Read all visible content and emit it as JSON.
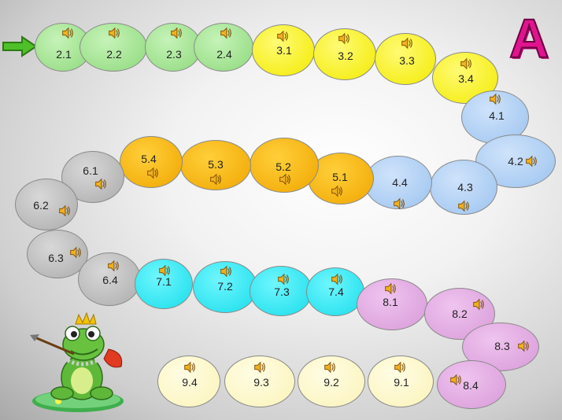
{
  "title_letter": "A",
  "start_arrow_icon": "arrow-right-icon",
  "speaker_icon": "speaker-icon",
  "colors": {
    "green": "#8ed97c",
    "yellow": "#f2ea00",
    "blue": "#9cc3ef",
    "orange": "#f0a600",
    "grey": "#ababab",
    "cyan": "#18dde9",
    "pink": "#d89ad8",
    "cream": "#fbf3b8",
    "letter": "#e0148e"
  },
  "cells": [
    {
      "label": "2.1",
      "color": "green"
    },
    {
      "label": "2.2",
      "color": "green"
    },
    {
      "label": "2.3",
      "color": "green"
    },
    {
      "label": "2.4",
      "color": "green"
    },
    {
      "label": "3.1",
      "color": "yellow"
    },
    {
      "label": "3.2",
      "color": "yellow"
    },
    {
      "label": "3.3",
      "color": "yellow"
    },
    {
      "label": "3.4",
      "color": "yellow"
    },
    {
      "label": "4.1",
      "color": "blue"
    },
    {
      "label": "4.2",
      "color": "blue"
    },
    {
      "label": "4.3",
      "color": "blue"
    },
    {
      "label": "4.4",
      "color": "blue"
    },
    {
      "label": "5.1",
      "color": "orange"
    },
    {
      "label": "5.2",
      "color": "orange"
    },
    {
      "label": "5.3",
      "color": "orange"
    },
    {
      "label": "5.4",
      "color": "orange"
    },
    {
      "label": "6.1",
      "color": "grey"
    },
    {
      "label": "6.2",
      "color": "grey"
    },
    {
      "label": "6.3",
      "color": "grey"
    },
    {
      "label": "6.4",
      "color": "grey"
    },
    {
      "label": "7.1",
      "color": "cyan"
    },
    {
      "label": "7.2",
      "color": "cyan"
    },
    {
      "label": "7.3",
      "color": "cyan"
    },
    {
      "label": "7.4",
      "color": "cyan"
    },
    {
      "label": "8.1",
      "color": "pink"
    },
    {
      "label": "8.2",
      "color": "pink"
    },
    {
      "label": "8.3",
      "color": "pink"
    },
    {
      "label": "8.4",
      "color": "pink"
    },
    {
      "label": "9.1",
      "color": "cream"
    },
    {
      "label": "9.2",
      "color": "cream"
    },
    {
      "label": "9.3",
      "color": "cream"
    },
    {
      "label": "9.4",
      "color": "cream"
    }
  ]
}
